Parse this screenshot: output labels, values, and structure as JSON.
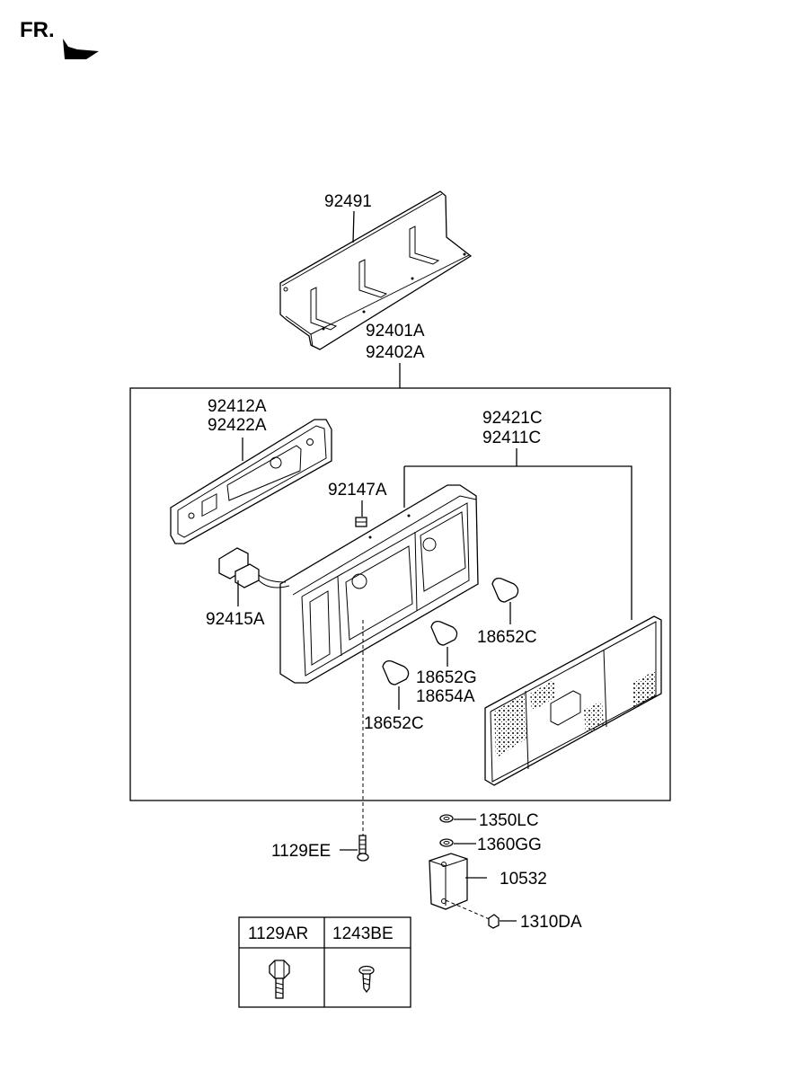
{
  "orientation": {
    "label": "FR."
  },
  "parts": {
    "bracket": "92491",
    "lamp_assy_1": "92401A",
    "lamp_assy_2": "92402A",
    "gasket_1": "92412A",
    "gasket_2": "92422A",
    "lens_1": "92421C",
    "lens_2": "92411C",
    "clip": "92147A",
    "socket": "92415A",
    "bulb_right": "18652C",
    "bulb_mid_1": "18652G",
    "bulb_mid_2": "18654A",
    "bulb_left": "18652C",
    "nut": "1350LC",
    "washer": "1360GG",
    "mount_bracket": "10532",
    "flange_nut": "1310DA",
    "screw": "1129EE"
  },
  "legend_table": {
    "columns": [
      "1129AR",
      "1243BE"
    ]
  }
}
